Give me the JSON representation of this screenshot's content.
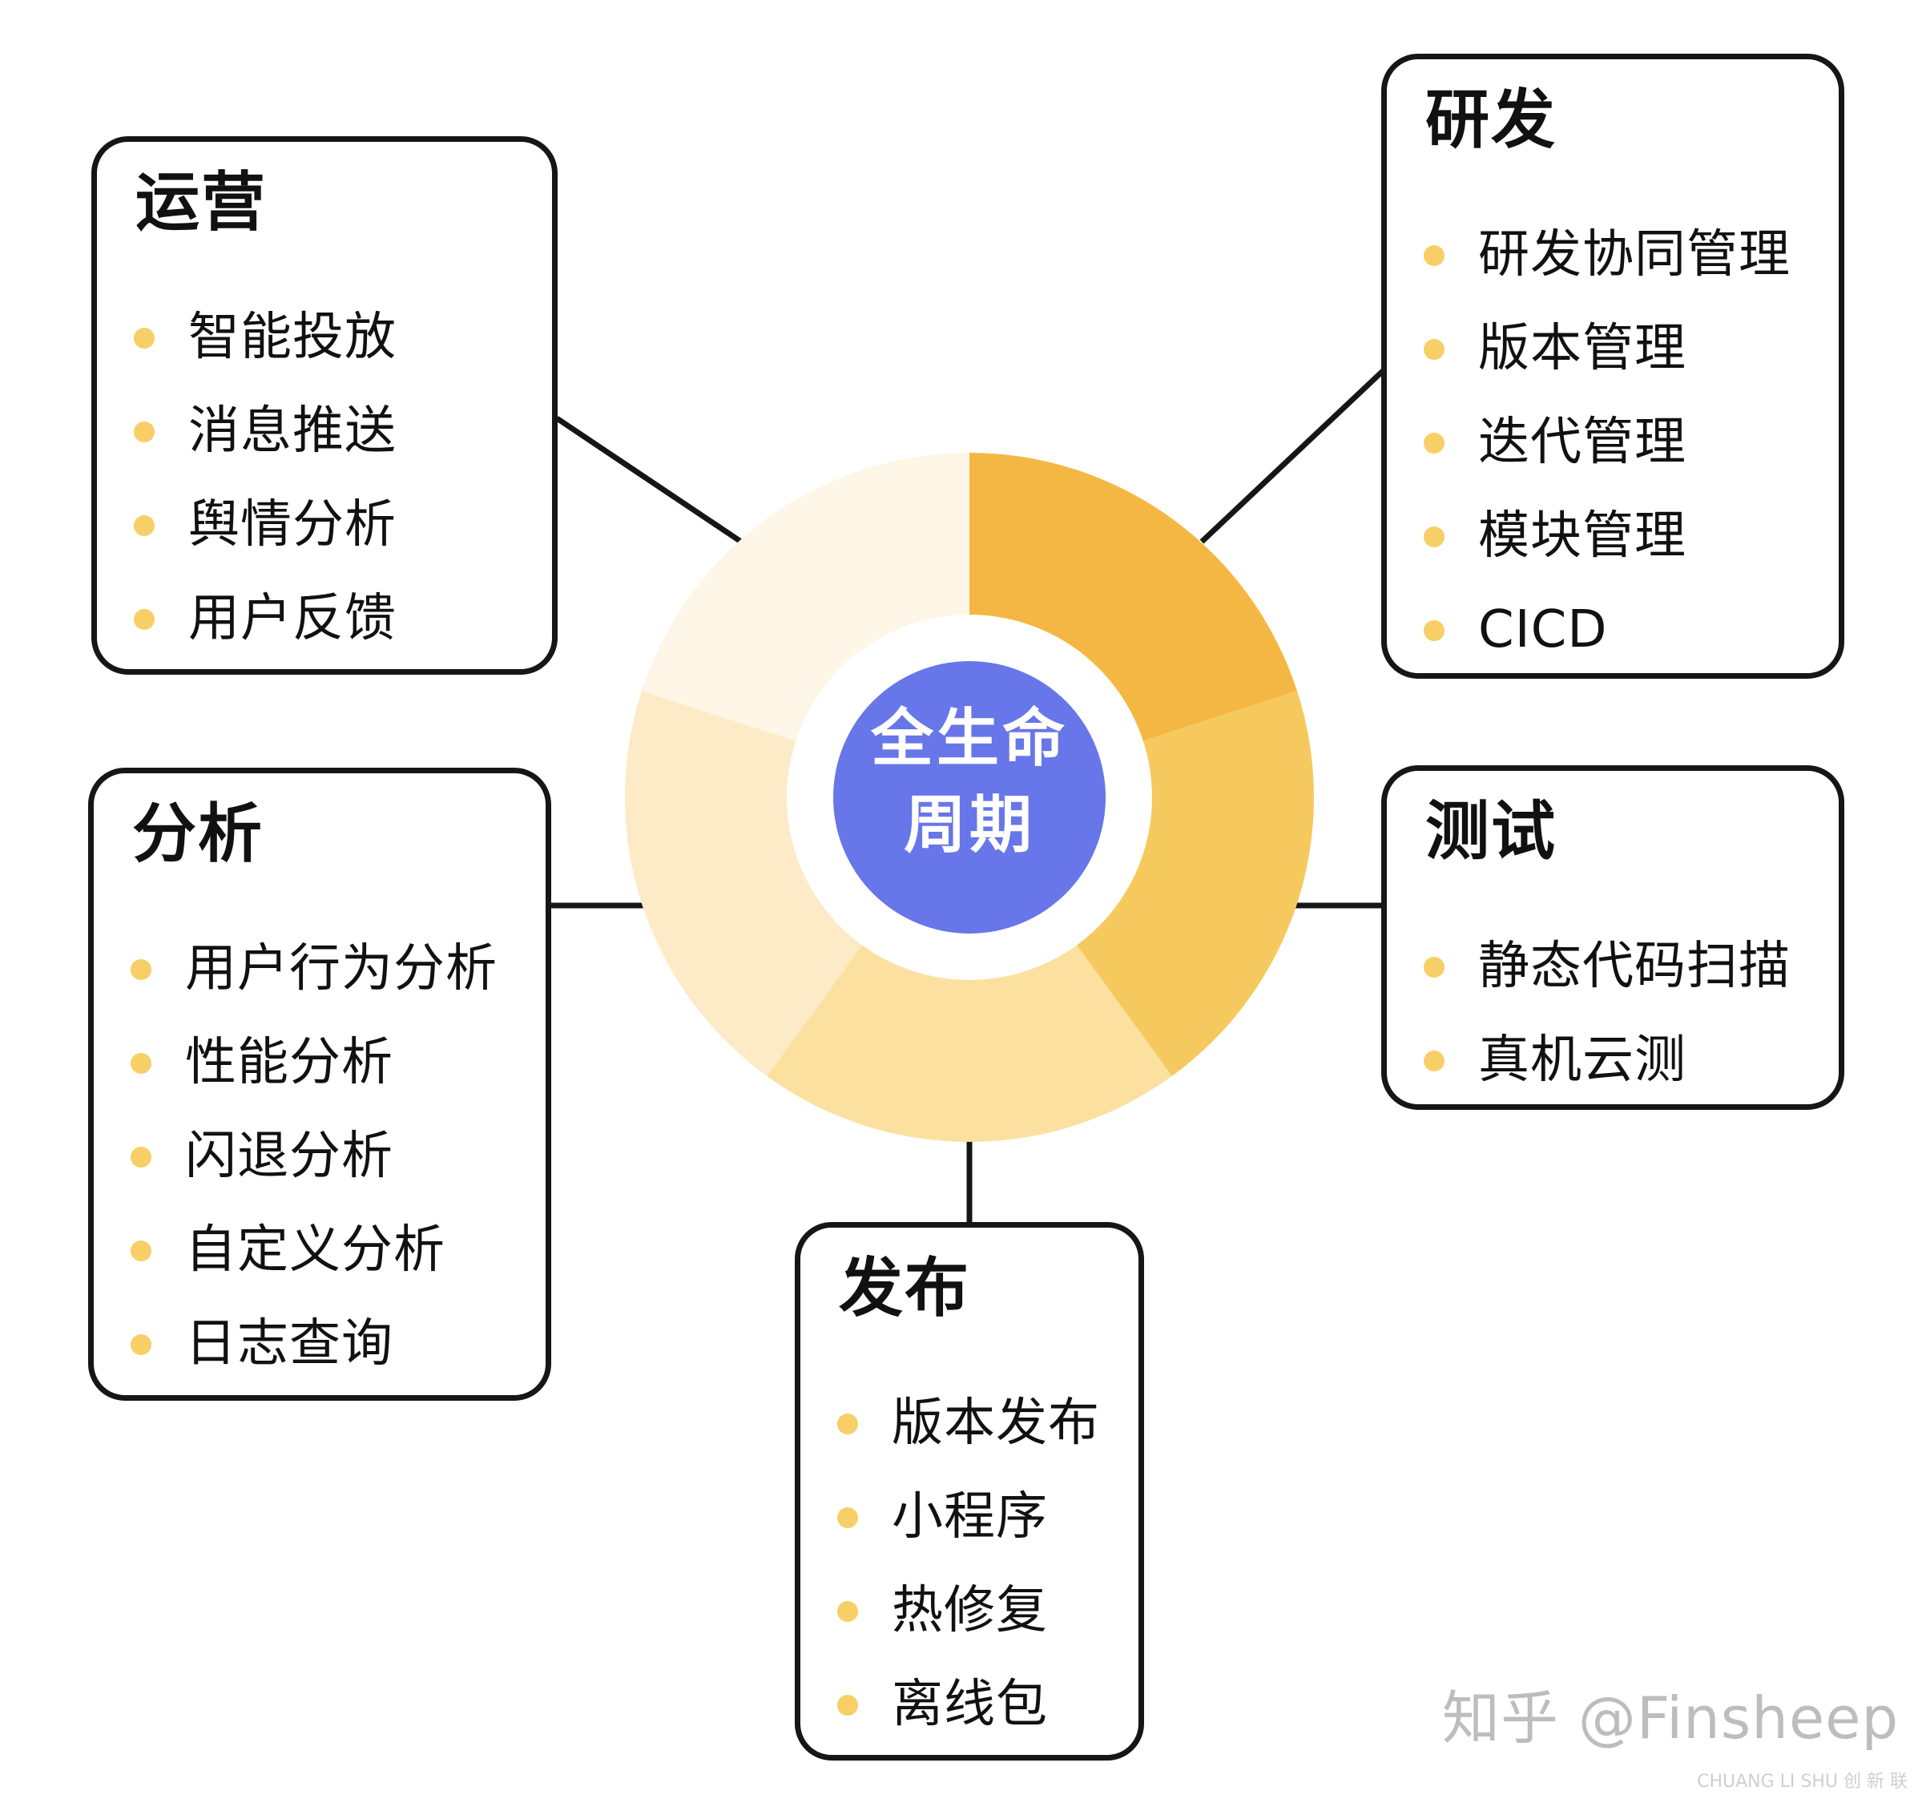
{
  "center": {
    "line1": "全生命",
    "line2": "周期"
  },
  "segment_colors": [
    "#f5b744",
    "#f6c95f",
    "#fbe0a0",
    "#fcebc6",
    "#fef6e6"
  ],
  "center_color": "#6776e8",
  "bullet_color": "#f7cf66",
  "cards": {
    "operations": {
      "title": "运营",
      "items": [
        "智能投放",
        "消息推送",
        "舆情分析",
        "用户反馈"
      ]
    },
    "analysis": {
      "title": "分析",
      "items": [
        "用户行为分析",
        "性能分析",
        "闪退分析",
        "自定义分析",
        "日志查询"
      ]
    },
    "rd": {
      "title": "研发",
      "items": [
        "研发协同管理",
        "版本管理",
        "迭代管理",
        "模块管理",
        "CICD"
      ]
    },
    "testing": {
      "title": "测试",
      "items": [
        "静态代码扫描",
        "真机云测"
      ]
    },
    "release": {
      "title": "发布",
      "items": [
        "版本发布",
        "小程序",
        "热修复",
        "离线包"
      ]
    }
  },
  "watermark": {
    "text": "知乎 @Finsheep",
    "small": "CHUANG LI SHU 创 新 联"
  }
}
